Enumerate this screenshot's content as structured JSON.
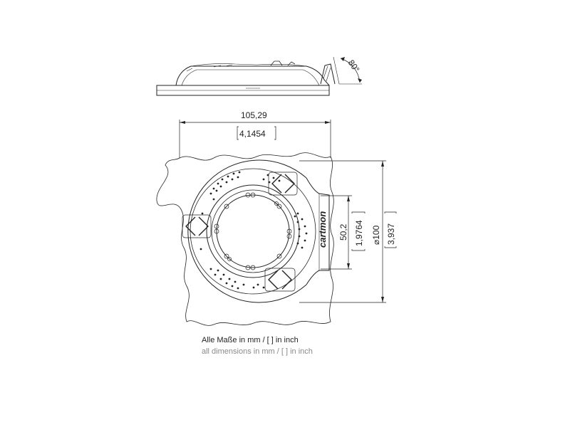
{
  "dimensions": {
    "width_mm": "105,29",
    "width_inch": "4,1454",
    "inner_mm": "50,2",
    "inner_inch": "1,9764",
    "outer_mm": "⌀100",
    "outer_inch": "3,937",
    "angle": "80°"
  },
  "brand": "cartmon",
  "notes": {
    "de": "Alle Maße in mm / [ ] in inch",
    "en": "all dimensions in mm / [ ] in inch"
  },
  "colors": {
    "line": "#222222",
    "note_secondary": "#8a8a8a"
  }
}
